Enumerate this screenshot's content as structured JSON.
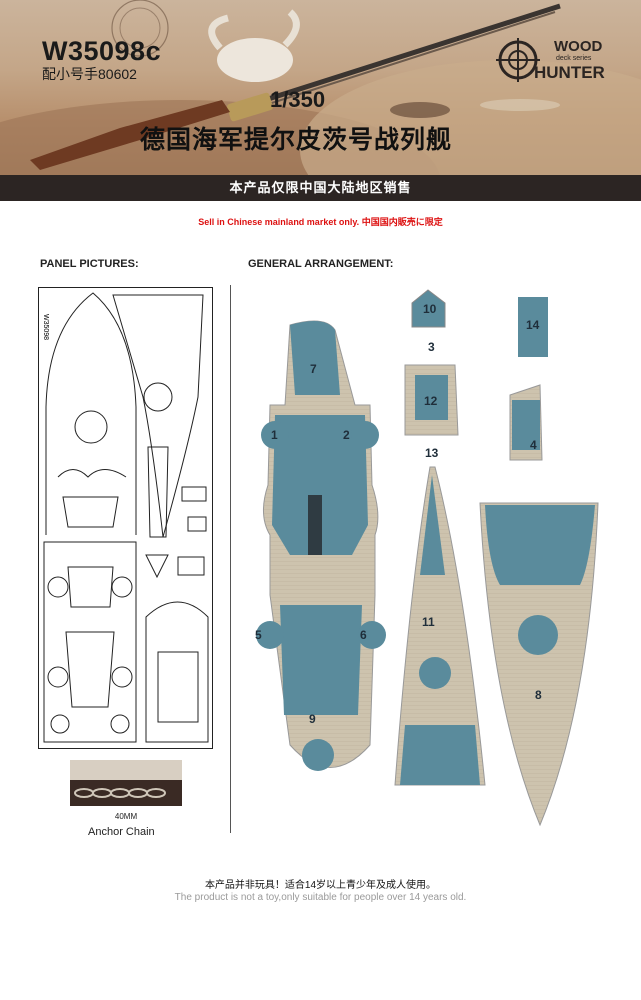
{
  "header": {
    "product_code": "W35098c",
    "matching_kit": "配小号手80602",
    "scale": "1/350",
    "ship_title_cn": "德国海军提尔皮茨号战列舰",
    "brand_top": "WOOD",
    "brand_series": "deck series",
    "brand_bottom": "HUNTER"
  },
  "banner": {
    "text": "本产品仅限中国大陆地区销售"
  },
  "market_notice": {
    "en": "Sell in Chinese mainland market only.",
    "cn": "中国国内販売に限定"
  },
  "sections": {
    "panel_label": "PANEL PICTURES:",
    "general_label": "GENERAL ARRANGEMENT:"
  },
  "panel_code": "W35098",
  "anchor_chain": {
    "label": "Anchor Chain",
    "dimension": "40MM"
  },
  "part_numbers": [
    "1",
    "2",
    "3",
    "4",
    "5",
    "6",
    "7",
    "8",
    "9",
    "10",
    "11",
    "12",
    "13",
    "14"
  ],
  "footer": {
    "cn": "本产品并非玩具！适合14岁以上青少年及成人使用。",
    "en": "The product is not a toy,only suitable for people over 14 years old."
  },
  "colors": {
    "deck_wood": "#cdc3ae",
    "steel_blue": "#5a8b9c",
    "banner": "#2c2523",
    "notice_red": "#dd1111"
  }
}
